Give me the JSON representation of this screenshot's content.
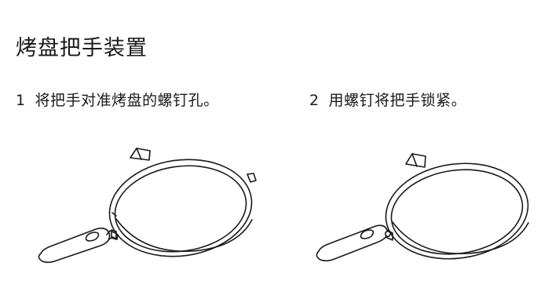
{
  "title": "烤盘把手装置",
  "steps": [
    {
      "number": "1",
      "text": "将把手对准烤盘的螺钉孔。",
      "image": "pan-handle-aligned-illustration"
    },
    {
      "number": "2",
      "text": "用螺钉将把手锁紧。",
      "image": "pan-handle-attached-illustration"
    }
  ]
}
